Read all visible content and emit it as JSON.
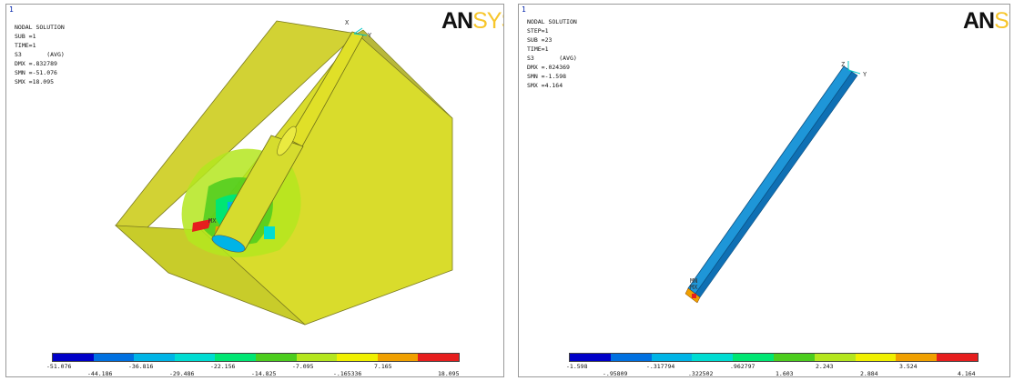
{
  "panels": [
    {
      "window_number": "1",
      "info_lines": [
        "NODAL SOLUTION",
        "SUB =1",
        "TIME=1",
        "S3       (AVG)",
        "DMX =.832789",
        "SMN =-51.076",
        "SMX =18.095"
      ],
      "logo": {
        "an": "AN",
        "sys": "SYS"
      },
      "triad": {
        "axis_top": "X",
        "axis_side": "Y"
      },
      "node_marks": [
        "MX"
      ],
      "legend": {
        "colors": [
          "#0000c8",
          "#0070e0",
          "#00b4e6",
          "#00dcd2",
          "#00e673",
          "#4ccd1e",
          "#b4e61e",
          "#f0f000",
          "#f0a000",
          "#e61e1e"
        ],
        "top_labels": [
          "-51.076",
          "-36.816",
          "-22.156",
          "-7.095",
          "7.165"
        ],
        "bottom_labels": [
          "-44.186",
          "-29.486",
          "-14.825",
          "-.165336",
          "18.095"
        ]
      }
    },
    {
      "window_number": "1",
      "info_lines": [
        "NODAL SOLUTION",
        "STEP=1",
        "SUB =23",
        "TIME=1",
        "S3       (AVG)",
        "DMX =.024369",
        "SMN =-1.598",
        "SMX =4.164"
      ],
      "logo": {
        "an": "AN",
        "sys": "SYS"
      },
      "triad": {
        "axis_top": "Z",
        "axis_side": "Y"
      },
      "node_marks": [
        "MN",
        "MX"
      ],
      "legend": {
        "colors": [
          "#0000c8",
          "#0070e0",
          "#00b4e6",
          "#00dcd2",
          "#00e673",
          "#4ccd1e",
          "#b4e61e",
          "#f0f000",
          "#f0a000",
          "#e61e1e"
        ],
        "top_labels": [
          "-1.598",
          "-.317794",
          ".962797",
          "2.243",
          "3.524"
        ],
        "bottom_labels": [
          "-.95809",
          ".322502",
          "1.603",
          "2.884",
          "4.164"
        ]
      }
    }
  ]
}
